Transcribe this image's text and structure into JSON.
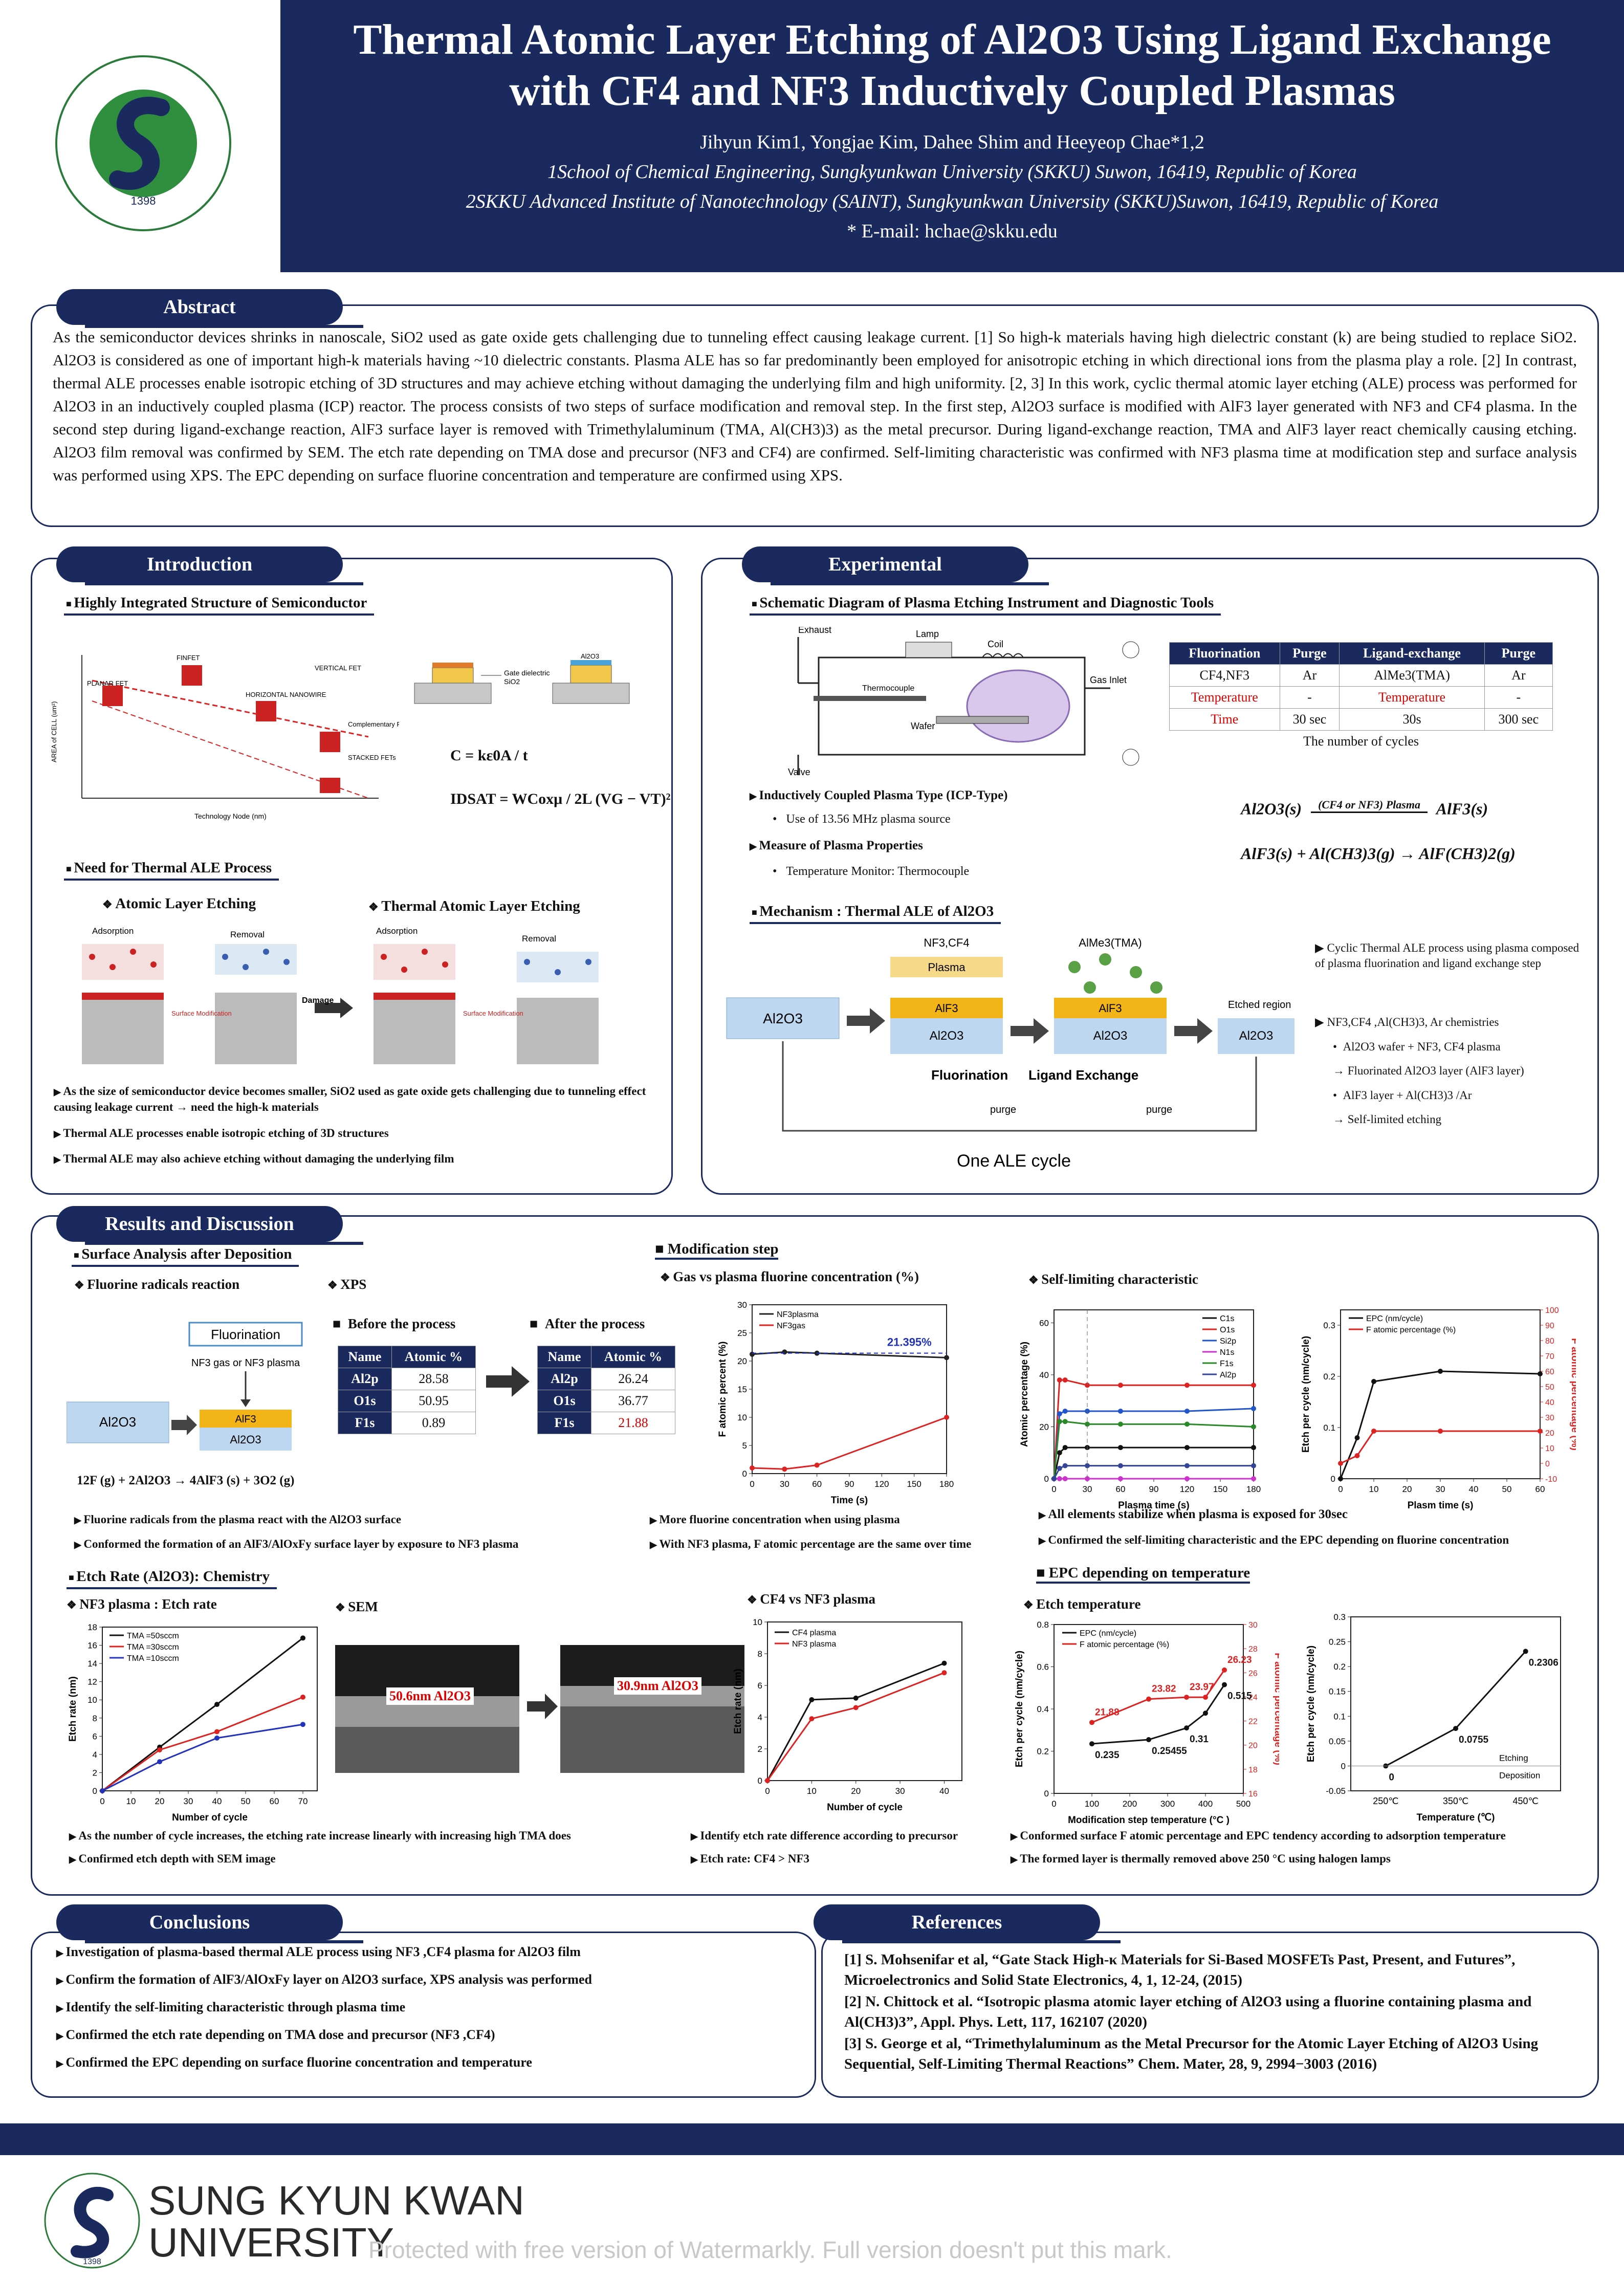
{
  "header": {
    "title_line1": "Thermal Atomic Layer Etching of Al2O3 Using Ligand Exchange",
    "title_line2": "with CF4 and NF3 Inductively Coupled Plasmas",
    "authors": "Jihyun Kim1, Yongjae Kim, Dahee Shim and Heeyeop Chae*1,2",
    "affil1": "1School of Chemical Engineering, Sungkyunkwan University (SKKU) Suwon, 16419, Republic of Korea",
    "affil2": "2SKKU Advanced Institute of Nanotechnology (SAINT), Sungkyunkwan University (SKKU)Suwon, 16419, Republic of Korea",
    "email": "* E-mail: hchae@skku.edu",
    "logo_text": "SUNG KYUN KWAN UNIVERSITY",
    "logo_year": "1398"
  },
  "abstract": {
    "heading": "Abstract",
    "text": "As the semiconductor devices shrinks in nanoscale, SiO2 used as gate oxide gets challenging due to tunneling effect causing leakage current. [1] So high-k materials having high dielectric constant (k) are being studied to replace SiO2. Al2O3 is considered as one of important high-k materials having ~10 dielectric constants. Plasma ALE has so far predominantly been employed for anisotropic etching in which directional ions from the plasma play a role. [2] In contrast, thermal ALE processes enable isotropic etching of 3D structures and may achieve etching without damaging the underlying film and high uniformity. [2, 3] In this work, cyclic thermal atomic layer etching (ALE) process was performed for Al2O3 in an inductively coupled plasma (ICP) reactor. The process consists of two steps of surface modification and removal step. In the first step, Al2O3 surface is modified with AlF3 layer generated with NF3 and CF4 plasma. In the second step during ligand-exchange reaction, AlF3 surface layer is removed with Trimethylaluminum (TMA, Al(CH3)3) as the metal precursor. During ligand-exchange reaction, TMA and AlF3 layer react chemically causing etching. Al2O3 film removal was confirmed by SEM. The etch rate depending on TMA dose and precursor (NF3 and CF4) are confirmed. Self-limiting characteristic was confirmed with NF3 plasma time at modification step and surface analysis was performed using XPS. The EPC depending on surface fluorine concentration and temperature are confirmed using XPS."
  },
  "intro": {
    "heading": "Introduction",
    "sub1": "Highly Integrated Structure of Semiconductor",
    "eq_c": "C = kε0A / t",
    "eq_id": "IDSAT = WCoxμ / 2L (VG − VT)²",
    "sub2": "Need for Thermal ALE Process",
    "ale_label": "Atomic Layer Etching",
    "thermal_label": "Thermal Atomic Layer Etching",
    "adsorption": "Adsorption",
    "removal": "Removal",
    "damage": "Damage",
    "surface_mod": "Surface Modification",
    "bullets": [
      "As the size of semiconductor device becomes smaller, SiO2 used as gate oxide gets challenging due to tunneling effect causing leakage current → need the high-k materials",
      "Thermal ALE processes enable isotropic etching of 3D structures",
      "Thermal ALE may also achieve etching without damaging the underlying film"
    ],
    "chart_labels": {
      "ylabel": "AREA of CELL (um²)",
      "xlabel": "Technology Node (nm)",
      "planar": "PLANAR FET",
      "finfet": "FINFET",
      "nanowire": "HORIZONTAL NANOWIRE",
      "vertical": "VERTICAL FET",
      "comp": "Complementary FET",
      "stacked": "STACKED FETs"
    }
  },
  "experimental": {
    "heading": "Experimental",
    "sub1": "Schematic Diagram of Plasma Etching Instrument and Diagnostic Tools",
    "labels": {
      "exhaust": "Exhaust",
      "lamp": "Lamp",
      "coil": "Coil",
      "gas_inlet": "Gas Inlet",
      "thermocouple": "Thermocouple",
      "wafer": "Wafer",
      "valve": "Valve"
    },
    "table_head": [
      "Fluorination",
      "Purge",
      "Ligand-exchange",
      "Purge"
    ],
    "table_rows": [
      [
        "CF4,NF3",
        "Ar",
        "AlMe3(TMA)",
        "Ar"
      ],
      [
        "Temperature",
        "-",
        "Temperature",
        "-"
      ],
      [
        "Time",
        "30 sec",
        "30s",
        "300 sec"
      ]
    ],
    "table_foot": "The number of cycles",
    "icp_bullet": "Inductively Coupled Plasma Type (ICP-Type)",
    "icp_sub": "Use of 13.56 MHz plasma source",
    "measure_bullet": "Measure of Plasma Properties",
    "measure_sub": "Temperature Monitor: Thermocouple",
    "reaction1_left": "Al2O3(s)",
    "reaction1_arrow": "(CF4 or NF3) Plasma",
    "reaction1_right": "AlF3(s)",
    "reaction2": "AlF3(s) + Al(CH3)3(g) → AlF(CH3)2(g)",
    "sub2": "Mechanism : Thermal ALE of Al2O3",
    "mech": {
      "nf3_cf4": "NF3,CF4",
      "alme3": "AlMe3(TMA)",
      "plasma": "Plasma",
      "alf3": "AlF3",
      "al2o3": "Al2O3",
      "etched": "Etched region",
      "fluorination": "Fluorination",
      "ligand": "Ligand Exchange",
      "purge": "purge",
      "cycle": "One ALE cycle"
    },
    "mech_notes": [
      "Cyclic Thermal ALE process using plasma composed of  plasma fluorination and ligand exchange step",
      "NF3,CF4 ,Al(CH3)3, Ar chemistries",
      "Al2O3 wafer + NF3, CF4 plasma",
      "→ Fluorinated Al2O3 layer (AlF3 layer)",
      "AlF3 layer + Al(CH3)3 /Ar",
      "→ Self-limited etching"
    ]
  },
  "results": {
    "heading": "Results and Discussion",
    "sub_surface": "Surface Analysis after Deposition",
    "fluorine_reaction": "Fluorine radicals reaction",
    "xps": "XPS",
    "fluorination_box": "Fluorination",
    "gas_line": "NF3 gas or NF3 plasma",
    "equation": "12F (g) + 2Al2O3 → 4AlF3 (s) + 3O2 (g)",
    "before": "Before the process",
    "after": "After the process",
    "xps_head": [
      "Name",
      "Atomic %"
    ],
    "xps_before": [
      [
        "Al2p",
        "28.58"
      ],
      [
        "O1s",
        "50.95"
      ],
      [
        "F1s",
        "0.89"
      ]
    ],
    "xps_after": [
      [
        "Al2p",
        "26.24"
      ],
      [
        "O1s",
        "36.77"
      ],
      [
        "F1s",
        "21.88"
      ]
    ],
    "surface_bullets": [
      "Fluorine radicals from the plasma react with the Al2O3 surface",
      "Conformed the formation of an AlF3/AlOxFy surface layer by exposure to NF3 plasma"
    ],
    "mod_step": "Modification step",
    "gas_vs_plasma": "Gas vs plasma fluorine concentration (%)",
    "self_limiting": "Self-limiting characteristic",
    "mod_bullets_left": [
      "More fluorine concentration when using plasma",
      "With NF3 plasma, F atomic percentage are the same over time"
    ],
    "mod_bullets_right": [
      "All elements stabilize when plasma is exposed for 30sec",
      "Confirmed the self-limiting characteristic and the EPC depending on fluorine concentration"
    ],
    "sub_etch": "Etch Rate (Al2O3): Chemistry",
    "nf3_etch": "NF3 plasma : Etch rate",
    "sem": "SEM",
    "sem_left": "50.6nm Al2O3",
    "sem_right": "30.9nm Al2O3",
    "cf4_nf3": "CF4 vs NF3 plasma",
    "epc_temp_head": "EPC depending on temperature",
    "etch_temp": "Etch temperature",
    "etch_bullets_left": [
      "As the  number of cycle increases, the etching rate increase linearly with increasing high TMA does",
      "Confirmed etch depth with SEM image"
    ],
    "etch_bullets_mid": [
      "Identify etch rate difference according to precursor",
      "Etch rate: CF4 > NF3"
    ],
    "etch_bullets_right": [
      "Conformed surface F atomic percentage and EPC tendency according to adsorption temperature",
      "The formed layer is thermally removed above 250 °C using halogen lamps"
    ]
  },
  "conclusions": {
    "heading": "Conclusions",
    "items": [
      "Investigation of plasma-based thermal ALE process using NF3 ,CF4 plasma for Al2O3 film",
      "Confirm the formation of AlF3/AlOxFy layer on Al2O3 surface, XPS analysis was performed",
      "Identify the self-limiting characteristic through plasma time",
      "Confirmed the etch rate depending on TMA dose and precursor (NF3 ,CF4)",
      "Confirmed the EPC depending on surface fluorine concentration and temperature"
    ]
  },
  "references": {
    "heading": "References",
    "items": [
      "[1] S. Mohsenifar et al, “Gate Stack High-κ Materials for Si-Based MOSFETs Past, Present, and Futures”, Microelectronics and Solid State Electronics, 4, 1, 12-24, (2015)",
      "[2] N. Chittock et al. “Isotropic plasma atomic layer etching of Al2O3 using a fluorine containing plasma and Al(CH3)3”, Appl. Phys. Lett, 117, 162107 (2020)",
      "[3] S. George et al, “Trimethylaluminum as the Metal Precursor for the Atomic Layer Etching of Al2O3 Using Sequential, Self-Limiting Thermal Reactions” Chem. Mater, 28, 9, 2994−3003 (2016)"
    ]
  },
  "footer": {
    "univ_line1": "SUNG KYUN KWAN",
    "univ_line2": "UNIVERSITY",
    "watermark": "Protected with free version of Watermarkly. Full version doesn't put this mark.",
    "year": "1398"
  },
  "chart_data": [
    {
      "id": "gas_vs_plasma",
      "type": "line",
      "x": [
        0,
        30,
        60,
        180
      ],
      "series": [
        {
          "name": "NF3plasma",
          "color": "#222222",
          "values": [
            21.2,
            21.6,
            21.395,
            20.6
          ]
        },
        {
          "name": "NF3gas",
          "color": "#d22",
          "values": [
            1.0,
            0.8,
            1.5,
            10.0
          ]
        }
      ],
      "annotation": "21.395%",
      "xlabel": "Time (s)",
      "ylabel": "F atomic percent (%)",
      "xticks": [
        0,
        30,
        60,
        90,
        120,
        150,
        180
      ],
      "yticks": [
        0,
        5,
        10,
        15,
        20,
        25,
        30
      ],
      "xlim": [
        0,
        180
      ],
      "ylim": [
        0,
        30
      ]
    },
    {
      "id": "self_limiting_atomic",
      "type": "line",
      "x": [
        0,
        5,
        10,
        30,
        60,
        120,
        180
      ],
      "series": [
        {
          "name": "C1s",
          "color": "#111111",
          "values": [
            0,
            10,
            12,
            12,
            12,
            12,
            12
          ]
        },
        {
          "name": "O1s",
          "color": "#d22",
          "values": [
            0,
            38,
            38,
            36,
            36,
            36,
            36
          ]
        },
        {
          "name": "Si2p",
          "color": "#2255cc",
          "values": [
            0,
            25,
            26,
            26,
            26,
            26,
            27
          ]
        },
        {
          "name": "N1s",
          "color": "#cc33cc",
          "values": [
            0,
            0,
            0,
            0,
            0,
            0,
            0
          ]
        },
        {
          "name": "F1s",
          "color": "#2a8a2a",
          "values": [
            0,
            22,
            22,
            21,
            21,
            21,
            20
          ]
        },
        {
          "name": "Al2p",
          "color": "#334499",
          "values": [
            0,
            4,
            5,
            5,
            5,
            5,
            5
          ]
        }
      ],
      "xlabel": "Plasma time (s)",
      "ylabel": "Atomic percentage (%)",
      "xticks": [
        0,
        30,
        60,
        90,
        120,
        150,
        180
      ],
      "yticks": [
        0,
        20,
        40,
        60
      ],
      "xlim": [
        0,
        180
      ],
      "ylim": [
        0,
        65
      ]
    },
    {
      "id": "self_limiting_epc",
      "type": "line",
      "x": [
        0,
        5,
        10,
        30,
        60
      ],
      "series": [
        {
          "name": "EPC (nm/cycle)",
          "color": "#111111",
          "axis": "left",
          "values": [
            0.0,
            0.08,
            0.19,
            0.21,
            0.205
          ]
        },
        {
          "name": "F atomic percentage (%)",
          "color": "#d22",
          "axis": "right",
          "values": [
            0,
            5,
            21,
            21,
            21
          ]
        }
      ],
      "xlabel": "Plasm time (s)",
      "ylabel": "Etch per cycle (nm/cycle)",
      "ylabel2": "F atomic percentage (%)",
      "xticks": [
        0,
        10,
        20,
        30,
        40,
        50,
        60
      ],
      "yticks": [
        0.0,
        0.1,
        0.2,
        0.3
      ],
      "yticks2": [
        -10,
        0,
        10,
        20,
        30,
        40,
        50,
        60,
        70,
        80,
        90,
        100
      ],
      "xlim": [
        0,
        60
      ],
      "ylim": [
        0,
        0.33
      ],
      "ylim2": [
        -10,
        100
      ]
    },
    {
      "id": "nf3_etch_rate",
      "type": "line",
      "x": [
        0,
        20,
        40,
        70
      ],
      "series": [
        {
          "name": "TMA =50sccm",
          "color": "#111111",
          "values": [
            0,
            4.8,
            9.5,
            16.8
          ]
        },
        {
          "name": "TMA =30sccm",
          "color": "#d22",
          "values": [
            0,
            4.5,
            6.5,
            10.3
          ]
        },
        {
          "name": "TMA =10sccm",
          "color": "#2233bb",
          "values": [
            0,
            3.2,
            5.8,
            7.3
          ]
        }
      ],
      "xlabel": "Number of cycle",
      "ylabel": "Etch rate (nm)",
      "xticks": [
        0,
        10,
        20,
        30,
        40,
        50,
        60,
        70
      ],
      "yticks": [
        0,
        2,
        4,
        6,
        8,
        10,
        12,
        14,
        16,
        18
      ],
      "xlim": [
        0,
        75
      ],
      "ylim": [
        0,
        18
      ]
    },
    {
      "id": "cf4_vs_nf3",
      "type": "line",
      "x": [
        0,
        10,
        20,
        40
      ],
      "series": [
        {
          "name": "CF4 plasma",
          "color": "#111111",
          "values": [
            0,
            5.1,
            5.2,
            7.4
          ]
        },
        {
          "name": "NF3 plasma",
          "color": "#d22",
          "values": [
            0,
            3.9,
            4.6,
            6.8
          ]
        }
      ],
      "xlabel": "Number of cycle",
      "ylabel": "Etch rate (nm)",
      "xticks": [
        0,
        10,
        20,
        30,
        40
      ],
      "yticks": [
        0,
        2,
        4,
        6,
        8,
        10
      ],
      "xlim": [
        0,
        44
      ],
      "ylim": [
        0,
        10
      ]
    },
    {
      "id": "epc_vs_mod_temp",
      "type": "line",
      "x": [
        100,
        250,
        350,
        400,
        450
      ],
      "series": [
        {
          "name": "EPC (nm/cycle)",
          "color": "#111111",
          "axis": "left",
          "values": [
            0.235,
            0.25455,
            0.31,
            0.38,
            0.515
          ],
          "labels": [
            "0.235",
            "0.25455",
            "0.31",
            "",
            "0.515"
          ]
        },
        {
          "name": "F atomic percentage (%)",
          "color": "#d22",
          "axis": "right",
          "values": [
            21.88,
            23.82,
            23.97,
            23.97,
            26.23
          ],
          "labels": [
            "21.88",
            "23.82",
            "23.97",
            "",
            "26.23"
          ]
        }
      ],
      "xlabel": "Modification step temperature (°C )",
      "ylabel": "Etch per cycle (nm/cycle)",
      "ylabel2": "F atomic percentage (%)",
      "xticks": [
        0,
        100,
        200,
        300,
        400,
        500
      ],
      "yticks": [
        0.0,
        0.2,
        0.4,
        0.6,
        0.8
      ],
      "yticks2": [
        16,
        18,
        20,
        22,
        24,
        26,
        28,
        30
      ],
      "xlim": [
        0,
        500
      ],
      "ylim": [
        0,
        0.8
      ],
      "ylim2": [
        16,
        30
      ]
    },
    {
      "id": "epc_vs_temp",
      "type": "line",
      "categories": [
        "250℃",
        "350℃",
        "450℃"
      ],
      "series": [
        {
          "name": "EPC",
          "color": "#111111",
          "values": [
            0,
            0.0755,
            0.2306
          ],
          "labels": [
            "0",
            "0.0755",
            "0.2306"
          ]
        }
      ],
      "region_labels": [
        "Etching",
        "Deposition"
      ],
      "xlabel": "Temperature (℃)",
      "ylabel": "Etch per cycle (nm/cycle)",
      "yticks": [
        -0.05,
        0.0,
        0.05,
        0.1,
        0.15,
        0.2,
        0.25,
        0.3
      ],
      "ylim": [
        -0.05,
        0.3
      ]
    }
  ]
}
